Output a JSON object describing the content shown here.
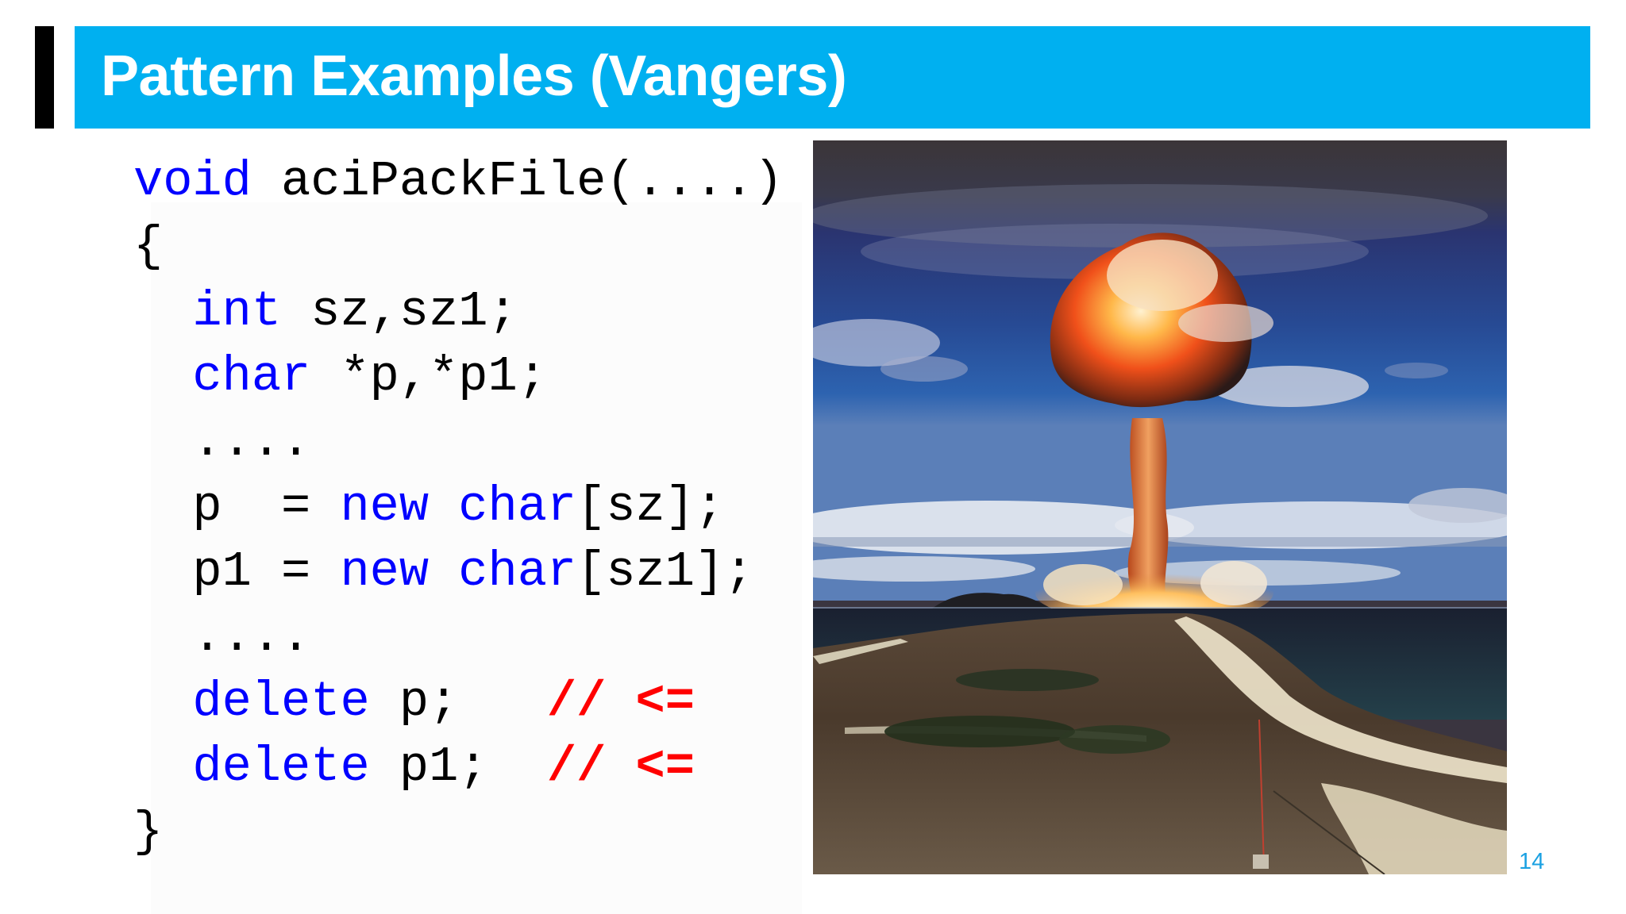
{
  "slide": {
    "title": "Pattern Examples (Vangers)",
    "number": "14",
    "colors": {
      "title_band": "#00B0F0",
      "accent_bar": "#000000",
      "keyword": "#0000FF",
      "comment": "#FF0000",
      "text": "#000000",
      "slide_number": "#1BA1E2"
    }
  },
  "code": {
    "language": "C++",
    "lines": [
      [
        {
          "t": "void",
          "k": "kw"
        },
        {
          "t": " aciPackFile(....)",
          "k": "tx"
        }
      ],
      [
        {
          "t": "{",
          "k": "tx"
        }
      ],
      [
        {
          "t": "  ",
          "k": "tx"
        },
        {
          "t": "int",
          "k": "kw"
        },
        {
          "t": " sz,sz1;",
          "k": "tx"
        }
      ],
      [
        {
          "t": "  ",
          "k": "tx"
        },
        {
          "t": "char",
          "k": "kw"
        },
        {
          "t": " *p,*p1;",
          "k": "tx"
        }
      ],
      [
        {
          "t": "  ....",
          "k": "tx"
        }
      ],
      [
        {
          "t": "  p  = ",
          "k": "tx"
        },
        {
          "t": "new",
          "k": "kw"
        },
        {
          "t": " ",
          "k": "tx"
        },
        {
          "t": "char",
          "k": "kw"
        },
        {
          "t": "[sz];",
          "k": "tx"
        }
      ],
      [
        {
          "t": "  p1 = ",
          "k": "tx"
        },
        {
          "t": "new",
          "k": "kw"
        },
        {
          "t": " ",
          "k": "tx"
        },
        {
          "t": "char",
          "k": "kw"
        },
        {
          "t": "[sz1];",
          "k": "tx"
        }
      ],
      [
        {
          "t": "  ....",
          "k": "tx"
        }
      ],
      [
        {
          "t": "  ",
          "k": "tx"
        },
        {
          "t": "delete",
          "k": "kw"
        },
        {
          "t": " p;   ",
          "k": "tx"
        },
        {
          "t": "// <=",
          "k": "cm"
        }
      ],
      [
        {
          "t": "  ",
          "k": "tx"
        },
        {
          "t": "delete",
          "k": "kw"
        },
        {
          "t": " p1;  ",
          "k": "tx"
        },
        {
          "t": "// <=",
          "k": "cm"
        }
      ],
      [
        {
          "t": "}",
          "k": "tx"
        }
      ]
    ]
  },
  "image": {
    "subject": "nuclear-mushroom-cloud-over-atoll-photo"
  }
}
